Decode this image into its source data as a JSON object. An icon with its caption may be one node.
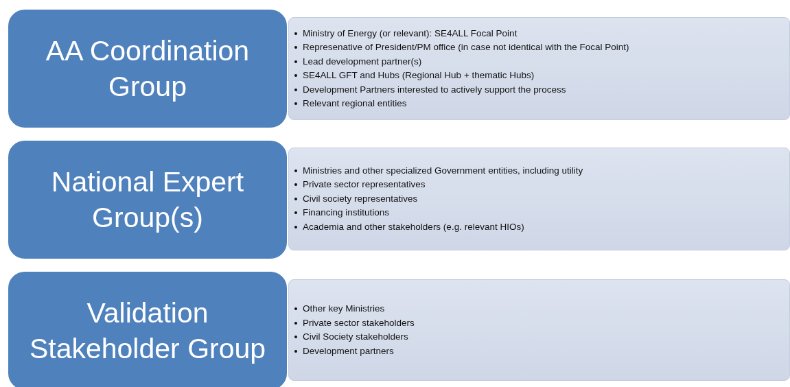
{
  "diagram": {
    "nodes": [
      {
        "text": [
          "AA Coordination Group"
        ]
      },
      {
        "text": [
          "Ministry of Energy (or relevant): SE4ALL Focal Point",
          "Represenative of President/PM office (in case not identical with the Focal Point)",
          "Lead development partner(s)",
          "SE4ALL GFT and Hubs (Regional Hub + thematic Hubs)",
          "Development Partners interested to actively support the process",
          "Relevant regional entities"
        ]
      },
      {
        "text": [
          "National Expert Group(s)"
        ]
      },
      {
        "text": [
          "Ministries and other specialized Government entities, including utility",
          "Private sector representatives",
          "Civil society representatives",
          "Financing institutions",
          "Academia and other stakeholders (e.g. relevant HIOs)"
        ]
      },
      {
        "text": [
          "Validation Stakeholder Group"
        ]
      },
      {
        "text": [
          "Other key Ministries",
          "Private sector stakeholders",
          "Civil Society stakeholders",
          "Development partners"
        ]
      }
    ]
  }
}
